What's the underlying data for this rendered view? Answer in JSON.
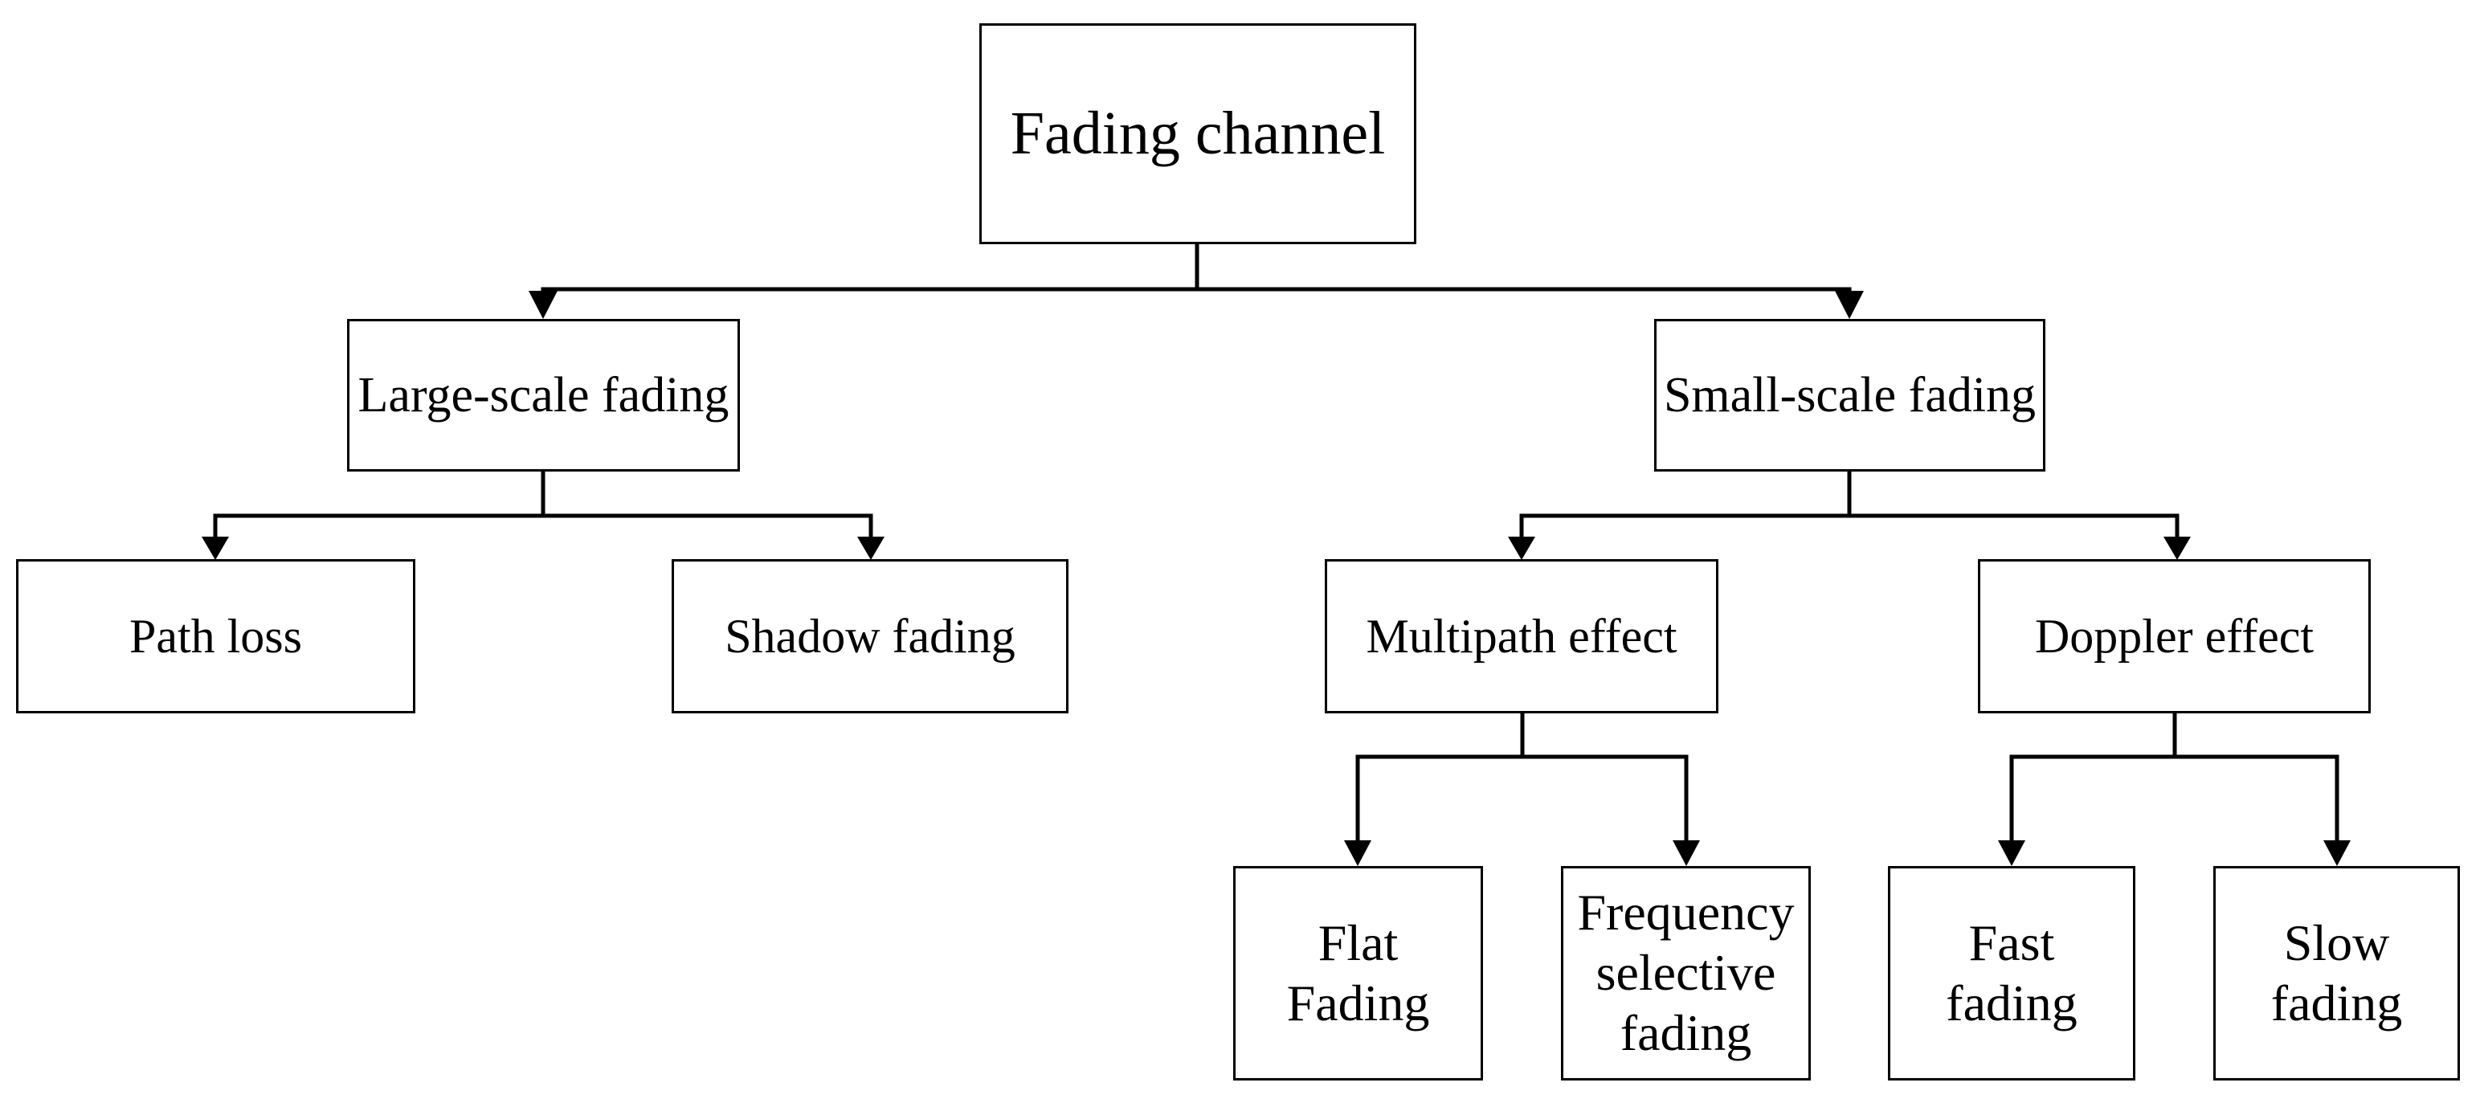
{
  "diagram": {
    "type": "tree-flowchart",
    "background_color": "#ffffff",
    "line_color": "#000000",
    "text_color": "#000000",
    "nodes": {
      "root": {
        "label": "Fading channel"
      },
      "large_scale": {
        "label": "Large-scale fading"
      },
      "small_scale": {
        "label": "Small-scale fading"
      },
      "path_loss": {
        "label": "Path loss"
      },
      "shadow_fading": {
        "label": "Shadow fading"
      },
      "multipath": {
        "label": "Multipath effect"
      },
      "doppler": {
        "label": "Doppler effect"
      },
      "flat": {
        "label": "Flat Fading",
        "lines": [
          "Flat",
          "Fading"
        ]
      },
      "freq_selective": {
        "label": "Frequency selective fading",
        "lines": [
          "Frequency",
          "selective",
          "fading"
        ]
      },
      "fast": {
        "label": "Fast fading",
        "lines": [
          "Fast",
          "fading"
        ]
      },
      "slow": {
        "label": "Slow fading",
        "lines": [
          "Slow",
          "fading"
        ]
      }
    },
    "edges": [
      {
        "from": "Fading channel",
        "to": "Large-scale fading"
      },
      {
        "from": "Fading channel",
        "to": "Small-scale fading"
      },
      {
        "from": "Large-scale fading",
        "to": "Path loss"
      },
      {
        "from": "Large-scale fading",
        "to": "Shadow fading"
      },
      {
        "from": "Small-scale fading",
        "to": "Multipath effect"
      },
      {
        "from": "Small-scale fading",
        "to": "Doppler effect"
      },
      {
        "from": "Multipath effect",
        "to": "Flat Fading"
      },
      {
        "from": "Multipath effect",
        "to": "Frequency selective fading"
      },
      {
        "from": "Doppler effect",
        "to": "Fast fading"
      },
      {
        "from": "Doppler effect",
        "to": "Slow fading"
      }
    ]
  }
}
